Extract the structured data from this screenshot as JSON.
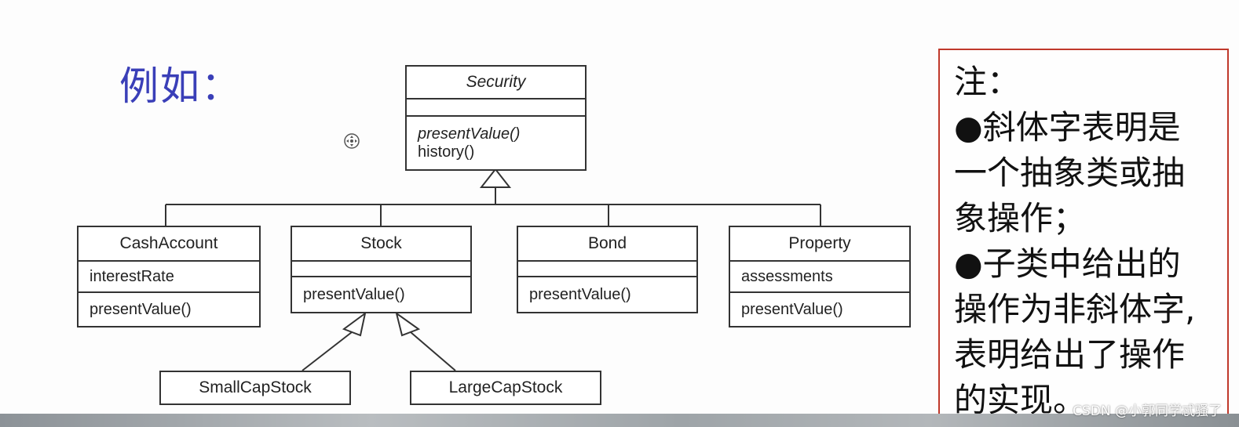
{
  "heading": "例如：",
  "classes": {
    "security": {
      "name": "Security",
      "ops": [
        "presentValue()",
        "history()"
      ]
    },
    "cash": {
      "name": "CashAccount",
      "attr": "interestRate",
      "op": "presentValue()"
    },
    "stock": {
      "name": "Stock",
      "op": "presentValue()"
    },
    "bond": {
      "name": "Bond",
      "op": "presentValue()"
    },
    "property": {
      "name": "Property",
      "attr": "assessments",
      "op": "presentValue()"
    },
    "smallcap": {
      "name": "SmallCapStock"
    },
    "largecap": {
      "name": "LargeCapStock"
    }
  },
  "note": {
    "lines": [
      "注：",
      "●斜体字表明是",
      "一个抽象类或抽",
      "象操作；",
      "●子类中给出的",
      "操作为非斜体字,",
      "表明给出了操作",
      "的实现。"
    ]
  },
  "watermark": "CSDN @小郭同学忒骚了",
  "icons": {
    "move": "move-icon"
  }
}
